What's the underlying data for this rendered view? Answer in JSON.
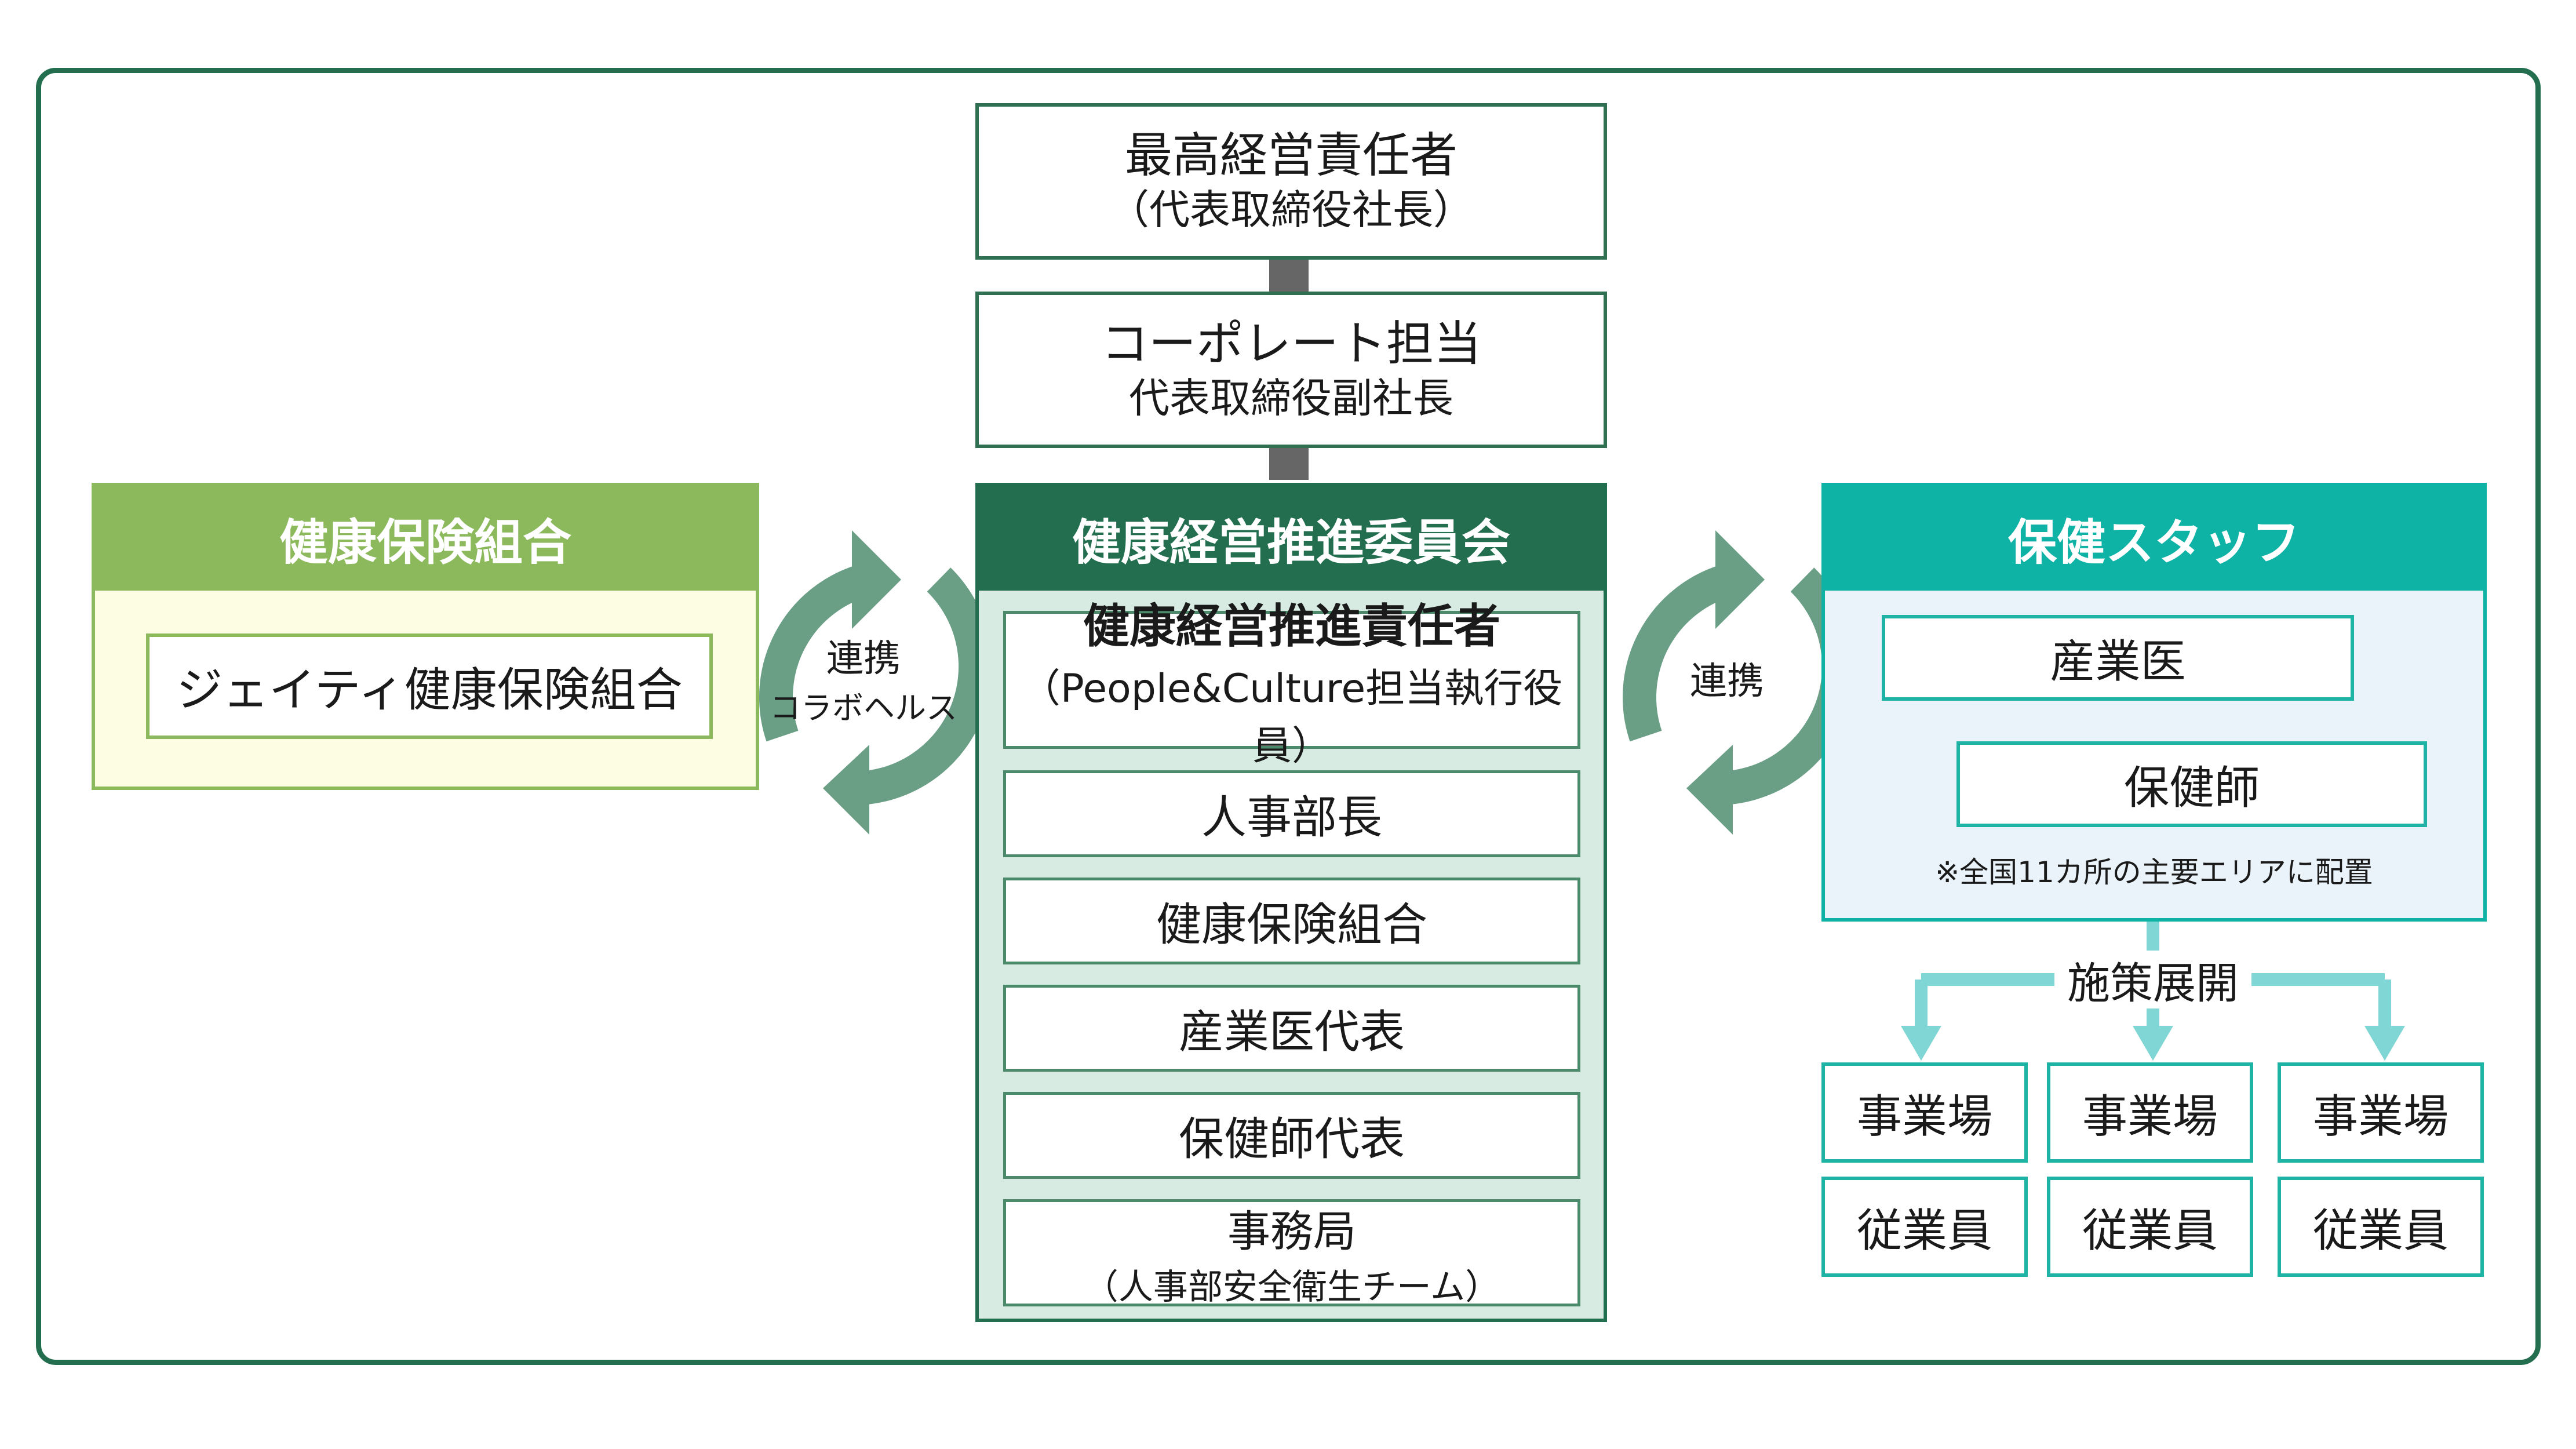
{
  "top": {
    "ceo_title": "最高経営責任者",
    "ceo_sub": "（代表取締役社長）",
    "corp_title": "コーポレート担当",
    "corp_sub": "代表取締役副社長"
  },
  "left": {
    "header": "健康保険組合",
    "item": "ジェイティ健康保険組合"
  },
  "center": {
    "header": "健康経営推進委員会",
    "lead_title": "健康経営推進責任者",
    "lead_sub": "（People&Culture担当執行役員）",
    "items": [
      "人事部長",
      "健康保険組合",
      "産業医代表",
      "保健師代表"
    ],
    "office_title": "事務局",
    "office_sub": "（人事部安全衛生チーム）"
  },
  "links": {
    "left_line1": "連携",
    "left_line2": "コラボヘルス",
    "right_line1": "連携"
  },
  "right": {
    "header": "保健スタッフ",
    "doctor": "産業医",
    "nurse": "保健師",
    "note": "※全国11カ所の主要エリアに配置",
    "rollout": "施策展開",
    "sites": [
      "事業場",
      "事業場",
      "事業場"
    ],
    "employees": [
      "従業員",
      "従業員",
      "従業員"
    ]
  },
  "colors": {
    "frame": "#236e4e",
    "left_header": "#8cb95c",
    "left_body": "#fdfde4",
    "center_header": "#226e4f",
    "center_body": "#d7ebe2",
    "right_header": "#0fb3a6",
    "right_body": "#ebf3fa",
    "cycle_arrow": "#6a9f86",
    "rollout_arrow": "#7fd6d4"
  }
}
